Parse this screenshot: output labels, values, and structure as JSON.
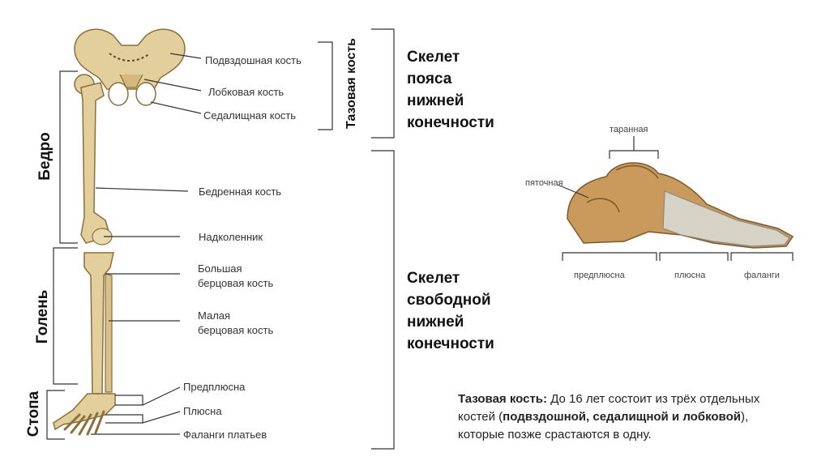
{
  "leg_labels": {
    "ilium": "Подвздошная кость",
    "pubis": "Лобковая кость",
    "ischium": "Седалищная кость",
    "femur": "Бедренная кость",
    "patella": "Надколенник",
    "tibia_1": "Большая",
    "tibia_2": "берцовая кость",
    "fibula_1": "Малая",
    "fibula_2": "берцовая кость",
    "tarsus": "Предплюсна",
    "metatarsus": "Плюсна",
    "phalanges": "Фаланги платьев"
  },
  "region_labels": {
    "pelvic_bone": "Тазовая кость",
    "thigh": "Бедро",
    "shin": "Голень",
    "foot": "Стопа"
  },
  "headings": {
    "girdle": [
      "Скелет",
      "пояса",
      "нижней",
      "конечности"
    ],
    "free_limb": [
      "Скелет",
      "свободной",
      "нижней",
      "конечности"
    ]
  },
  "foot_labels": {
    "talus": "таранная",
    "calcaneus": "пяточная",
    "tarsus": "предплюсна",
    "metatarsus": "плюсна",
    "phalanges": "фаланги"
  },
  "note": {
    "bold_prefix": "Тазовая кость:",
    "text_1": " До 16 лет состоит из трёх отдельных костей (",
    "bold_list": "подвздошной, седалищной и лобковой",
    "text_2": "), которые позже срастаются в одну."
  },
  "colors": {
    "bone": "#e3cf9c",
    "bone_shadow": "#c9a86a",
    "foot_bone": "#c99a5b",
    "foot_light": "#d7d2c6",
    "line": "#333333"
  }
}
